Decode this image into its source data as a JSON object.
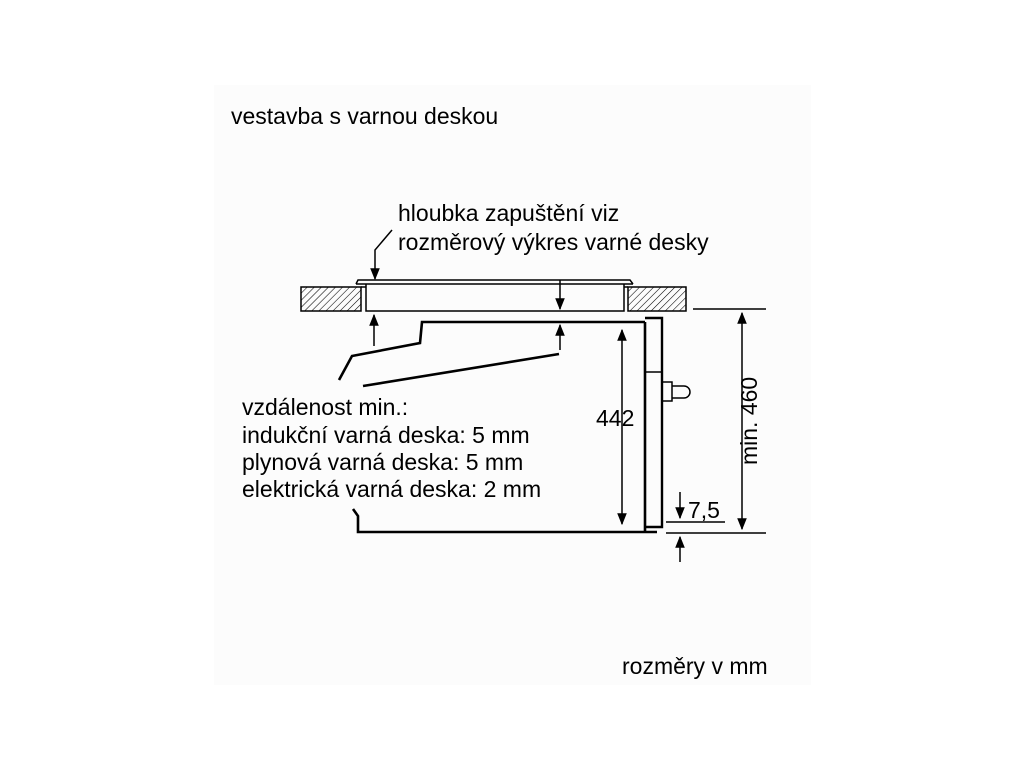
{
  "diagram": {
    "title": "vestavba s varnou deskou",
    "hob_note": {
      "line1": "hloubka zapuštění viz",
      "line2": "rozměrový výkres varné desky"
    },
    "clearance_note": {
      "line1": "vzdálenost min.:",
      "line2": "indukční varná deska: 5 mm",
      "line3": "plynová varná deska: 5 mm",
      "line4": "elektrická varná deska: 2 mm"
    },
    "dim_height": "442",
    "dim_niche": "min. 460",
    "dim_offset": "7,5",
    "units_note": "rozměry v mm",
    "colors": {
      "background_panel": "#fcfcfc",
      "line": "#000000",
      "hatch_fill": "#ffffff"
    }
  }
}
